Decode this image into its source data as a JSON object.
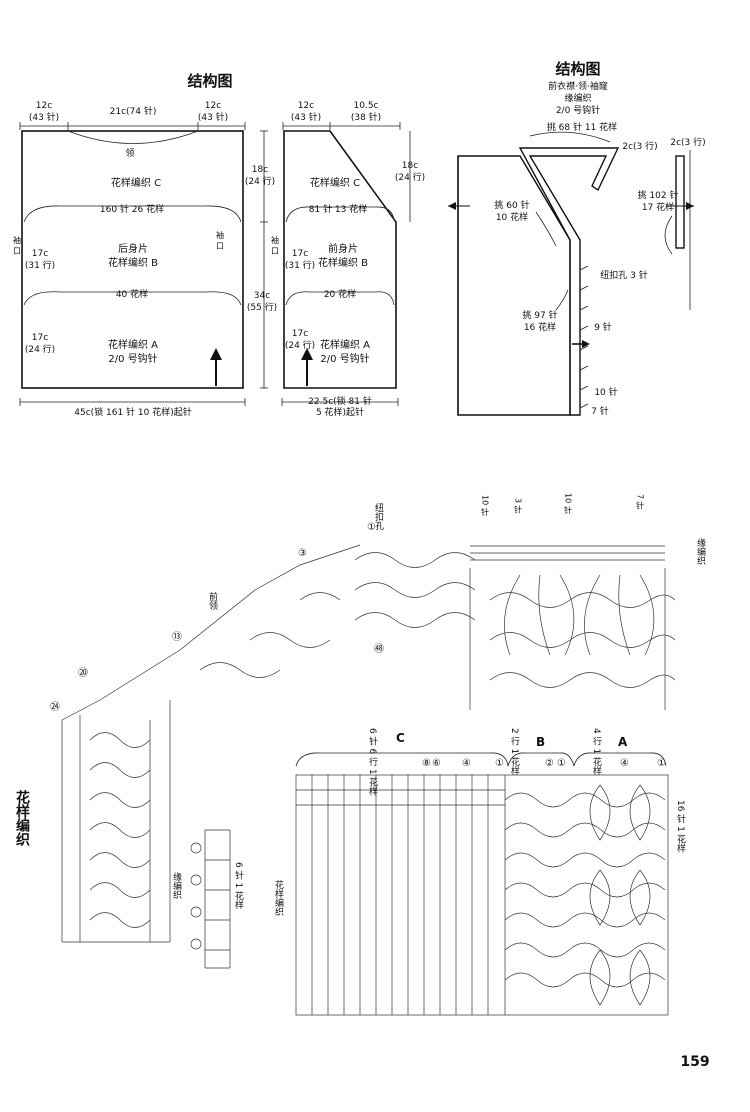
{
  "titles": {
    "structure_left": "结构图",
    "structure_right": "结构图",
    "right_subtitle": "前衣襟·领·袖窿",
    "edging_title": "缘编织",
    "edging_hook": "2/0 号钩针",
    "chart_section_title": "花样编织"
  },
  "back": {
    "top_left": "12c",
    "top_left_sts": "(43 针)",
    "top_mid": "21c(74 针)",
    "top_right": "12c",
    "top_right_sts": "(43 针)",
    "neck": "领",
    "pattern_c": "花样编织 C",
    "st_count_1": "160 针 26 花样",
    "name": "后身片",
    "pattern_b": "花样编织 B",
    "repeats_40": "40 花样",
    "pattern_a": "花样编织 A",
    "hook": "2/0 号钩针",
    "left_17c_1": "17c",
    "left_rows_31": "(31 行)",
    "left_17c_2": "17c",
    "left_rows_24": "(24 行)",
    "armhole_left": "袖 口",
    "armhole_right": "袖 口",
    "bottom": "45c(锁 161 针 10 花样)起针"
  },
  "front": {
    "top_left": "12c",
    "top_left_sts": "(43 针)",
    "top_right": "10.5c",
    "top_right_sts": "(38 针)",
    "right_18c": "18c",
    "right_rows_24": "(24 行)",
    "pattern_c": "花样编织 C",
    "st_count": "81 针 13 花样",
    "armhole": "袖 口",
    "name": "前身片",
    "pattern_b": "花样编织 B",
    "repeats_20": "20 花样",
    "pattern_a": "花样编织 A",
    "hook": "2/0 号钩针",
    "left_17c_1": "17c",
    "left_rows_31": "(31 行)",
    "left_17c_2": "17c",
    "left_rows_24": "(24 行)",
    "side_34c": "34c",
    "side_rows_55": "(55 行)",
    "bottom": "22.5c(锁 81 针",
    "bottom_2": "5 花样)起针",
    "back_right_18c": "18c",
    "back_right_rows": "(24 行)"
  },
  "finishing": {
    "pickup_68": "挑 68 针 11 花样",
    "rows_2c_3_a": "2c(3 行)",
    "rows_2c_3_b": "2c(3 行)",
    "pickup_60": "挑 60 针",
    "repeats_10": "10 花样",
    "pickup_102": "挑 102 针",
    "repeats_17": "17 花样",
    "buttonhole_3": "纽扣孔 3 针",
    "pickup_97": "挑 97 针",
    "repeats_16": "16 花样",
    "sts_9": "9 针",
    "sts_10": "10 针",
    "sts_7": "7 针"
  },
  "charts": {
    "buttonhole": "纽扣孔",
    "neckline": "前领",
    "edging_right": "缘编织",
    "top_10a": "10 针",
    "top_3": "3 针",
    "top_10b": "10 针",
    "top_7": "7 针",
    "row_circle_1": "①",
    "row_circle_3": "③",
    "row_circle_13": "⑬",
    "row_circle_20": "⑳",
    "row_circle_24": "㉔",
    "row_circle_55": "㊽",
    "edging_left": "缘编织",
    "edging_left_repeat": "6 针 1 花样",
    "pattern_label": "花样编织",
    "c_rep": "6 针 6 行 1 花样",
    "c_letter": "C",
    "b_rep": "2 行 1 花样",
    "b_letter": "B",
    "a_rep": "4 行 1 花样",
    "a_letter": "A",
    "right_repeat": "16 针 1 花样",
    "circle_8": "⑧",
    "circle_6": "⑥",
    "circle_4": "④",
    "circle_1": "①",
    "circle_2": "②",
    "circle_1b": "①",
    "circle_4b": "④",
    "circle_1c": "①"
  },
  "page_number": "159"
}
